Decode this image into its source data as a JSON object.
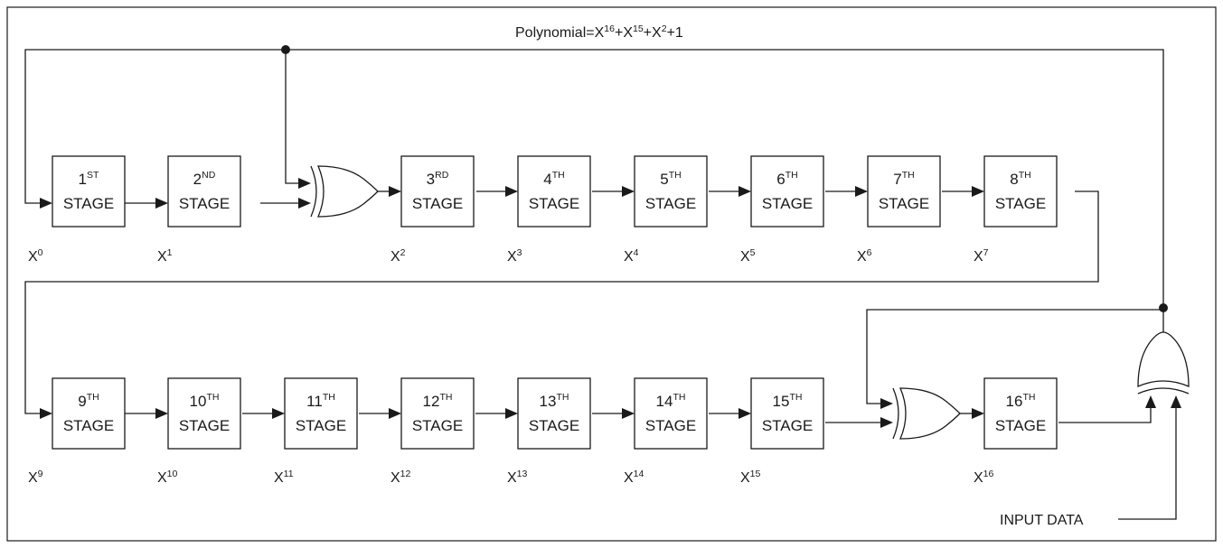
{
  "title": {
    "prefix": "Polynomial=X",
    "e1": "16",
    "p2": "+X",
    "e2": "15",
    "p3": "+X",
    "e3": "2",
    "suffix": "+1"
  },
  "stages": [
    {
      "num": "1",
      "suffix": "ST",
      "word": "STAGE"
    },
    {
      "num": "2",
      "suffix": "ND",
      "word": "STAGE"
    },
    {
      "num": "3",
      "suffix": "RD",
      "word": "STAGE"
    },
    {
      "num": "4",
      "suffix": "TH",
      "word": "STAGE"
    },
    {
      "num": "5",
      "suffix": "TH",
      "word": "STAGE"
    },
    {
      "num": "6",
      "suffix": "TH",
      "word": "STAGE"
    },
    {
      "num": "7",
      "suffix": "TH",
      "word": "STAGE"
    },
    {
      "num": "8",
      "suffix": "TH",
      "word": "STAGE"
    },
    {
      "num": "9",
      "suffix": "TH",
      "word": "STAGE"
    },
    {
      "num": "10",
      "suffix": "TH",
      "word": "STAGE"
    },
    {
      "num": "11",
      "suffix": "TH",
      "word": "STAGE"
    },
    {
      "num": "12",
      "suffix": "TH",
      "word": "STAGE"
    },
    {
      "num": "13",
      "suffix": "TH",
      "word": "STAGE"
    },
    {
      "num": "14",
      "suffix": "TH",
      "word": "STAGE"
    },
    {
      "num": "15",
      "suffix": "TH",
      "word": "STAGE"
    },
    {
      "num": "16",
      "suffix": "TH",
      "word": "STAGE"
    }
  ],
  "taps": [
    {
      "base": "X",
      "exp": "0"
    },
    {
      "base": "X",
      "exp": "1"
    },
    {
      "base": "X",
      "exp": "2"
    },
    {
      "base": "X",
      "exp": "3"
    },
    {
      "base": "X",
      "exp": "4"
    },
    {
      "base": "X",
      "exp": "5"
    },
    {
      "base": "X",
      "exp": "6"
    },
    {
      "base": "X",
      "exp": "7"
    },
    {
      "base": "X",
      "exp": "9"
    },
    {
      "base": "X",
      "exp": "10"
    },
    {
      "base": "X",
      "exp": "11"
    },
    {
      "base": "X",
      "exp": "12"
    },
    {
      "base": "X",
      "exp": "13"
    },
    {
      "base": "X",
      "exp": "14"
    },
    {
      "base": "X",
      "exp": "15"
    },
    {
      "base": "X",
      "exp": "16"
    }
  ],
  "input_label": "INPUT DATA",
  "colors": {
    "line": "#1a1a1a",
    "background": "#ffffff"
  }
}
